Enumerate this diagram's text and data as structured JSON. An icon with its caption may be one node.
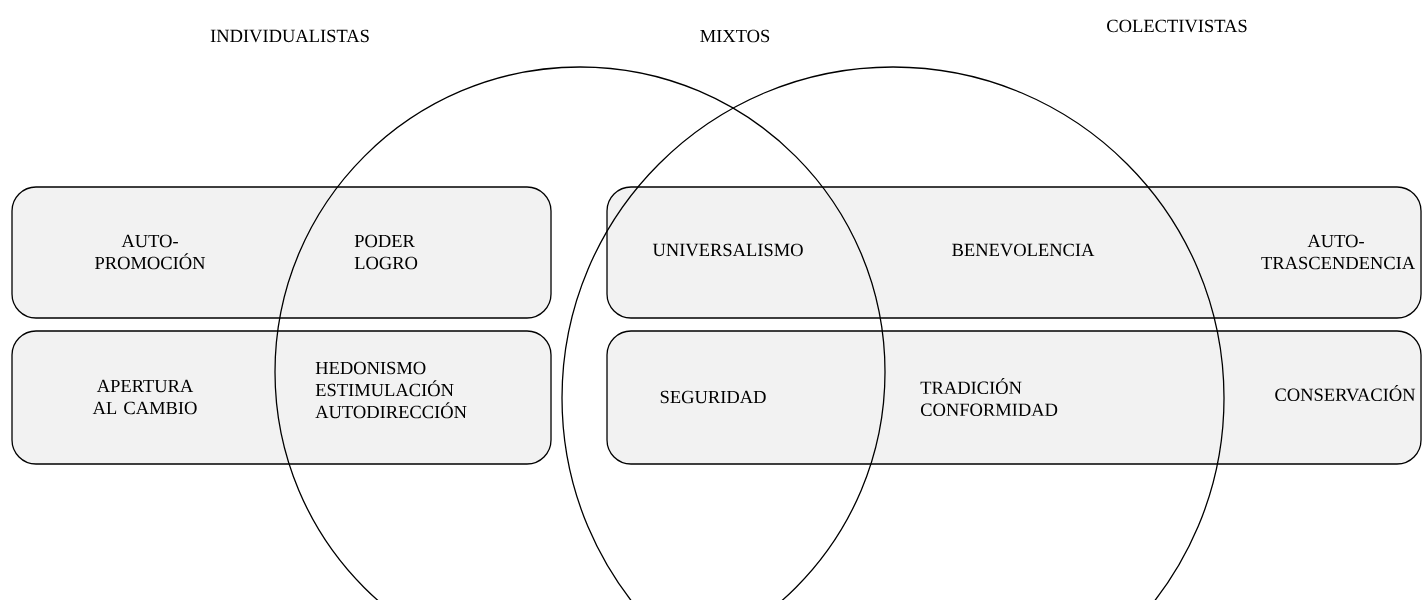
{
  "diagram": {
    "nodes": [
      {
        "text": [],
        "shape": "circle"
      },
      {
        "text": [],
        "shape": "circle"
      },
      {
        "text": [
          "AUTO- PROMOCIÓN",
          "PODER LOGRO"
        ]
      },
      {
        "text": [
          "APERTURA AL CAMBIO",
          "HEDONISMO ESTIMULACIÓN AUTODIRECCIÓN"
        ]
      },
      {
        "text": [
          "UNIVERSALISMO",
          "BENEVOLENCIA",
          "AUTO- TRASCENDENCIA"
        ]
      },
      {
        "text": [
          "SEGURIDAD",
          "TRADICIÓN CONFORMIDAD",
          "CONSERVACIÓN"
        ]
      }
    ],
    "edges": [],
    "labels": [
      "INDIVIDUALISTAS",
      "MIXTOS",
      "COLECTIVISTAS"
    ]
  }
}
